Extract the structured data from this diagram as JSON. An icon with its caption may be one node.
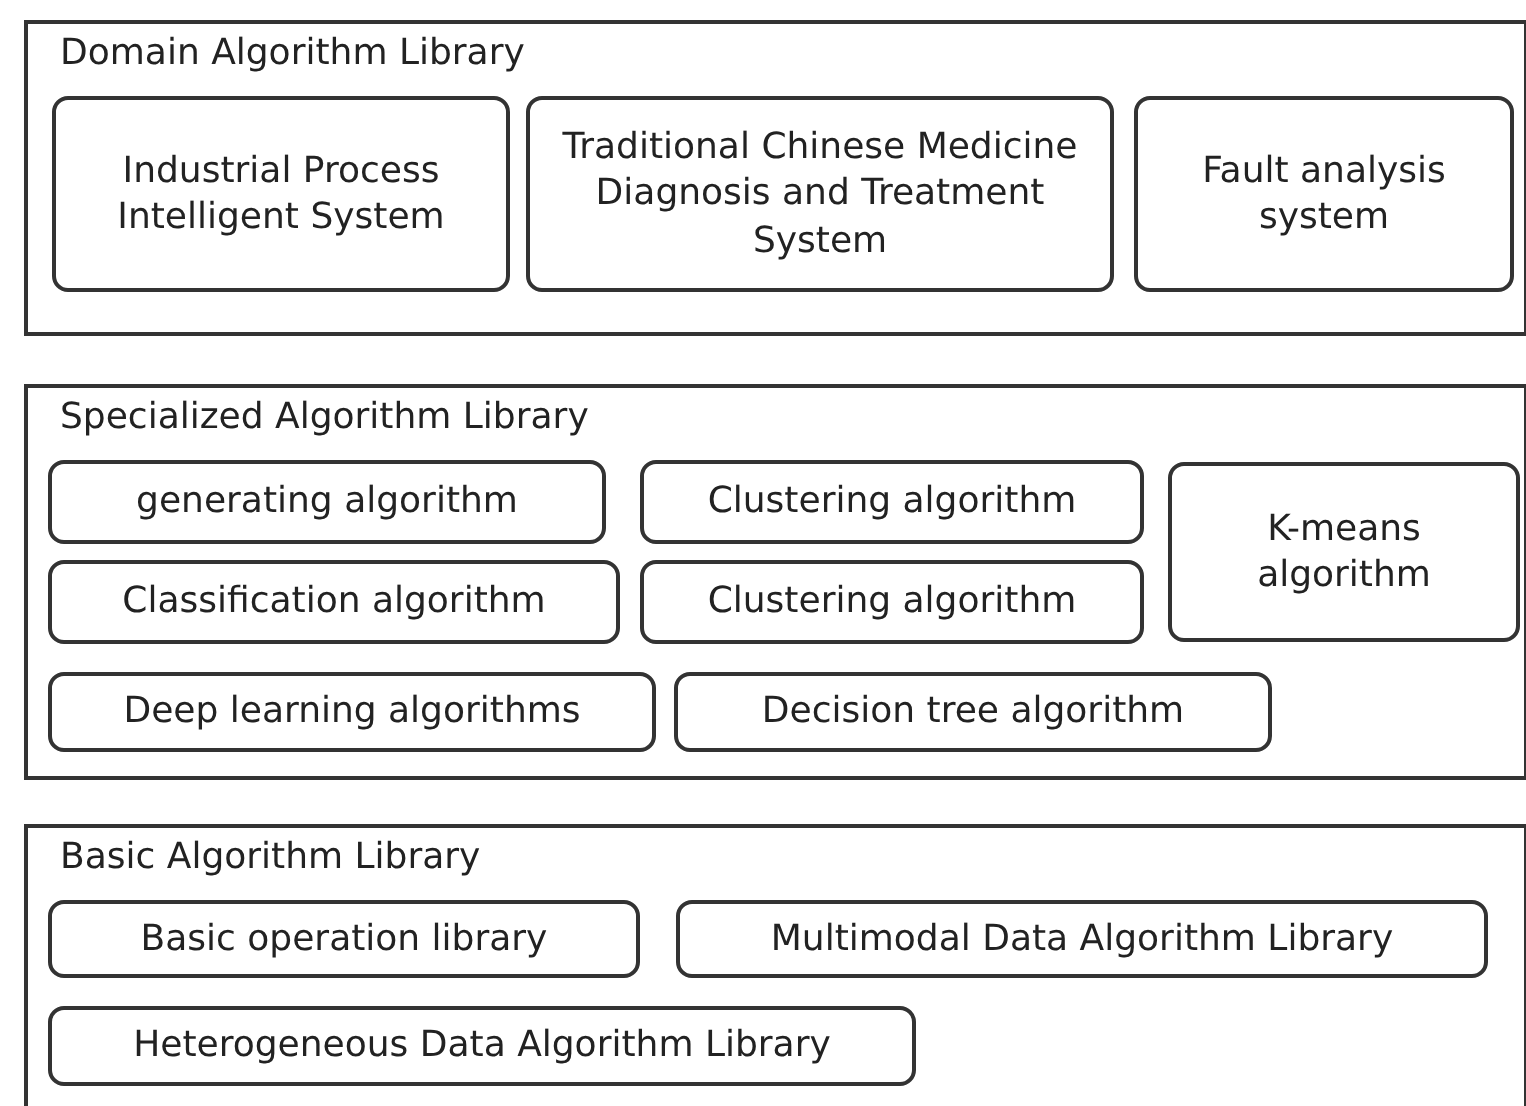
{
  "diagram": {
    "nodes": [
      {
        "text": [
          "Domain Algorithm Library"
        ]
      },
      {
        "text": [
          "Industrial Process Intelligent System"
        ],
        "in": 0
      },
      {
        "text": [
          "Traditional Chinese Medicine Diagnosis and Treatment System"
        ],
        "in": 0
      },
      {
        "text": [
          "Fault analysis system"
        ],
        "in": 0
      },
      {
        "text": [
          "Specialized Algorithm Library"
        ]
      },
      {
        "text": [
          "generating algorithm"
        ],
        "in": 4
      },
      {
        "text": [
          "Clustering algorithm"
        ],
        "in": 4
      },
      {
        "text": [
          "K-means algorithm"
        ],
        "in": 4
      },
      {
        "text": [
          "Classification algorithm"
        ],
        "in": 4
      },
      {
        "text": [
          "Clustering algorithm"
        ],
        "in": 4
      },
      {
        "text": [
          "Deep learning algorithms"
        ],
        "in": 4
      },
      {
        "text": [
          "Decision tree algorithm"
        ],
        "in": 4
      },
      {
        "text": [
          "Basic Algorithm Library"
        ]
      },
      {
        "text": [
          "Basic operation library"
        ],
        "in": 12
      },
      {
        "text": [
          "Multimodal Data Algorithm Library"
        ],
        "in": 12
      },
      {
        "text": [
          "Heterogeneous Data Algorithm Library"
        ],
        "in": 12
      }
    ],
    "edges": []
  }
}
